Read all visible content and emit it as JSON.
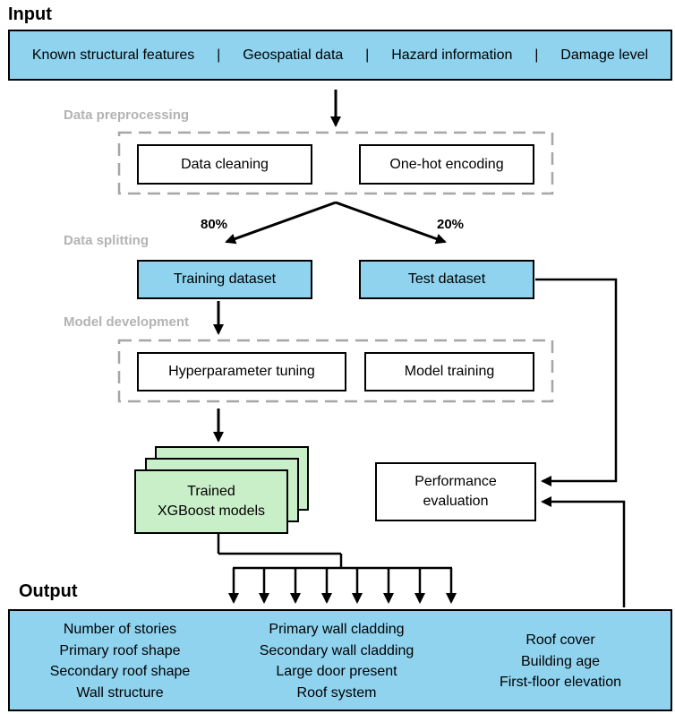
{
  "headings": {
    "input": "Input",
    "output": "Output"
  },
  "input_features": [
    "Known structural features",
    "Geospatial data",
    "Hazard information",
    "Damage level"
  ],
  "input_separator": "|",
  "stages": {
    "preprocessing": "Data preprocessing",
    "splitting": "Data splitting",
    "development": "Model development"
  },
  "steps": {
    "cleaning": "Data cleaning",
    "encoding": "One-hot encoding",
    "training_dataset": "Training dataset",
    "test_dataset": "Test dataset",
    "tuning": "Hyperparameter tuning",
    "model_training": "Model training",
    "trained_models_line1": "Trained",
    "trained_models_line2": "XGBoost models",
    "evaluation_line1": "Performance",
    "evaluation_line2": "evaluation"
  },
  "split": {
    "train": "80%",
    "test": "20%"
  },
  "outputs": {
    "col1": [
      "Number of stories",
      "Primary roof shape",
      "Secondary roof shape",
      "Wall structure"
    ],
    "col2": [
      "Primary wall cladding",
      "Secondary wall cladding",
      "Large door present",
      "Roof system"
    ],
    "col3": [
      "Roof cover",
      "Building age",
      "First-floor elevation"
    ]
  },
  "colors": {
    "input_output": "#8fd3ef",
    "model_stack": "#c9efc9",
    "stage_label": "#b3b3b3",
    "dashed_border": "#a6a6a6"
  }
}
